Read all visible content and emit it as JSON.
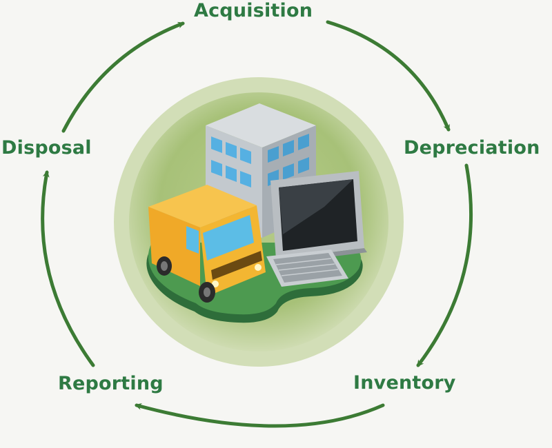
{
  "cycle": {
    "stages": [
      {
        "id": "acquisition",
        "label": "Acquisition"
      },
      {
        "id": "depreciation",
        "label": "Depreciation"
      },
      {
        "id": "inventory",
        "label": "Inventory"
      },
      {
        "id": "reporting",
        "label": "Reporting"
      },
      {
        "id": "disposal",
        "label": "Disposal"
      }
    ],
    "direction": "clockwise"
  },
  "center_illustration": {
    "items": [
      "office-building",
      "delivery-van",
      "computer-monitor",
      "keyboard"
    ]
  },
  "colors": {
    "label_text": "#2e7a43",
    "arrow": "#3c7b34",
    "outer_disc": "#cfdcb2",
    "inner_disc": "#a9c27a",
    "ground": "#3f8a45",
    "van_body": "#f2b230",
    "building": "#c9cfd4",
    "windows": "#5ab4e6",
    "background": "#f6f6f3"
  }
}
